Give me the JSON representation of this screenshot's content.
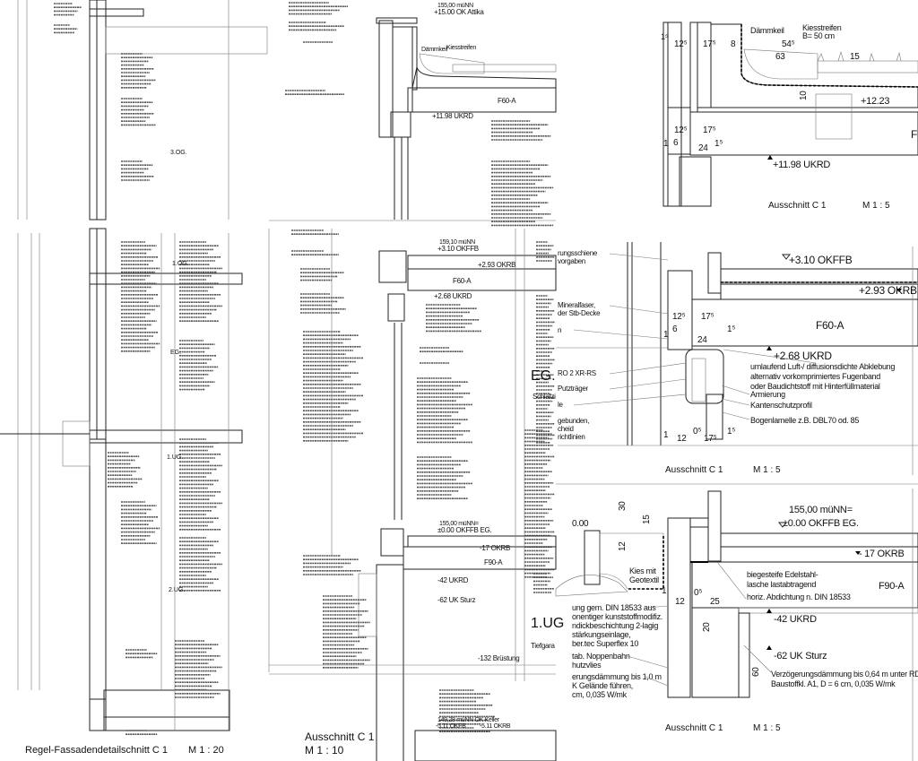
{
  "facade": {
    "title": "Regel-Fassadendetailschnitt C 1",
    "scale": "M 1 : 20",
    "floors": [
      "3.OG.",
      "1.OG.",
      "EG.",
      "1.UG.",
      "2.UG."
    ]
  },
  "roof_m10": {
    "attika_nn": "155,00 müNN",
    "attika_level": "+15.00 OK Attika",
    "slab": "F60-A",
    "ukrd": "+11.98 UKRD",
    "gravel": "Kiesstreifen",
    "wedge": "Dämmkeil"
  },
  "section_m10": {
    "caption": "Ausschnitt  C 1",
    "scale": "M  1 : 10",
    "rooms": [
      "EG.",
      "Schlafzi",
      "1.UG",
      "Tiefgara"
    ],
    "upper": {
      "nn": "159,10 müNN",
      "okffb": "+3.10 OKFFB",
      "okrb": "+2.93 OKRB",
      "slab": "F60-A",
      "ukrd": "+2.68 UKRD"
    },
    "lower": {
      "nn": "155,00 müNN=",
      "okffb": "±0.00 OKFFB EG.",
      "okrb": "-17 OKRB",
      "slab": "F90-A",
      "ukrd": "-42 UKRD",
      "sturz": "-62 UK Sturz",
      "bruestung": "-132 Brüstung"
    },
    "cellar": {
      "nn": "149,28 müNN OK Keller",
      "okfb": "-5.11 OKFB",
      "okrb": "-5.11 OKRB"
    }
  },
  "detail_roof_m5": {
    "caption": "Ausschnitt  C 1",
    "scale": "M  1 : 5",
    "wedge": "Dämmkeil",
    "gravel": "Kiesstreifen",
    "gravel_width": "B= 50 cm",
    "dims": [
      "54⁵",
      "63",
      "15",
      "12⁵",
      "17⁵",
      "1⁵",
      "8",
      "10",
      "12⁵",
      "17⁵",
      "6",
      "1",
      "24",
      "1⁵"
    ],
    "level": "+12.23",
    "ukrd": "+11.98 UKRD",
    "slab_partial": "F"
  },
  "detail_upper_m5": {
    "caption": "Ausschnitt  C 1",
    "scale": "M  1 : 5",
    "okffb": "+3.10 OKFFB",
    "okrb": "+2.93 OKRB",
    "slab": "F60-A",
    "ukrd": "+2.68 UKRD",
    "notes_right": [
      "umlaufend Luft-/ diffusionsdichte Abklebung",
      "alternativ vorkomprimiertes Fugenband",
      "oder Baudichtstoff mit Hinterfüllmaterial",
      "Armierung",
      "Kantenschutzprofil",
      "Bogenlamelle z.B. DBL70 od. 85"
    ],
    "notes_left": [
      "rungsschiene",
      "vorgaben",
      "Mineralfaser,",
      "der Stb-Decke",
      "n",
      "RO 2 XR-RS",
      "Putzträger",
      "le",
      "gebunden,",
      "cheid",
      "richtlinien"
    ],
    "dims": [
      "12⁵",
      "17⁵",
      "1",
      "6",
      "24",
      "1⁵",
      "1",
      "12",
      "0⁵",
      "17⁵",
      "1⁵"
    ]
  },
  "detail_base_m5": {
    "caption": "Ausschnitt  C 1",
    "scale": "M  1 : 5",
    "nn": "155,00 müNN=",
    "okffb": "±0.00 OKFFB EG.",
    "ground": "0.00",
    "okrb": "- 17 OKRB",
    "slab": "F90-A",
    "ukrd": "-42  UKRD",
    "sturz": "-62 UK Sturz",
    "gravel": [
      "Kies mit",
      "Geotextil"
    ],
    "notes_right": [
      "biegesteife Edelstahl-",
      "lasche lastabtragend",
      "horiz. Abdichtung n. DIN 18533"
    ],
    "delay_insulation": [
      "Verzögerungsdämmung bis 0,64 m unter RD,",
      "Baustoffkl. A1, D = 6 cm,  0,035 W/mk"
    ],
    "notes_left": [
      "ung gem. DIN 18533 aus",
      "onentiger kunststoffmodifiz.",
      "ndickbeschichtung 2-lagig",
      "stärkungseinlage,",
      "ber.tec Superflex 10",
      "tab. Noppenbahn",
      "hutzvlies",
      "erungsdämmung bis 1,0 m",
      "K Gelände führen,",
      "cm,  0,035 W/mk"
    ],
    "dims": [
      "30",
      "15",
      "12",
      "1",
      "12",
      "0⁵",
      "25",
      "20",
      "60"
    ]
  }
}
